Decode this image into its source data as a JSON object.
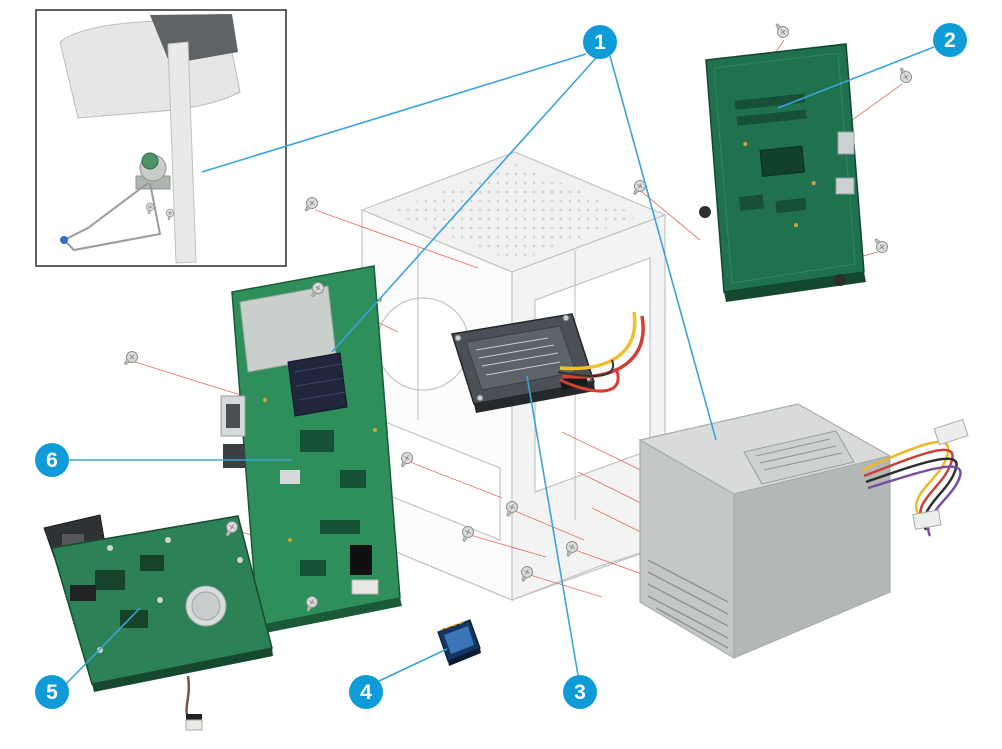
{
  "diagram": {
    "type": "exploded-parts-diagram",
    "callouts": [
      {
        "label": "1",
        "points_to": [
          "sensor-assembly",
          "main-board",
          "power-supply"
        ]
      },
      {
        "label": "2",
        "points_to": [
          "formatter-board"
        ]
      },
      {
        "label": "3",
        "points_to": [
          "hard-disk-drive"
        ]
      },
      {
        "label": "4",
        "points_to": [
          "memory-card"
        ]
      },
      {
        "label": "5",
        "points_to": [
          "interface-card"
        ]
      },
      {
        "label": "6",
        "points_to": [
          "main-board"
        ]
      }
    ],
    "colors": {
      "callout_blue": "#0e9bd8",
      "leader_line_blue": "#3aa4d9",
      "screw_path_red": "#e0685e",
      "pcb_dark_green": "#20714d",
      "pcb_green": "#2f8f5b",
      "psu_gray": "#c3c7c6",
      "hdd_gray": "#4a5055",
      "memory_card_blue": "#14355f"
    }
  }
}
